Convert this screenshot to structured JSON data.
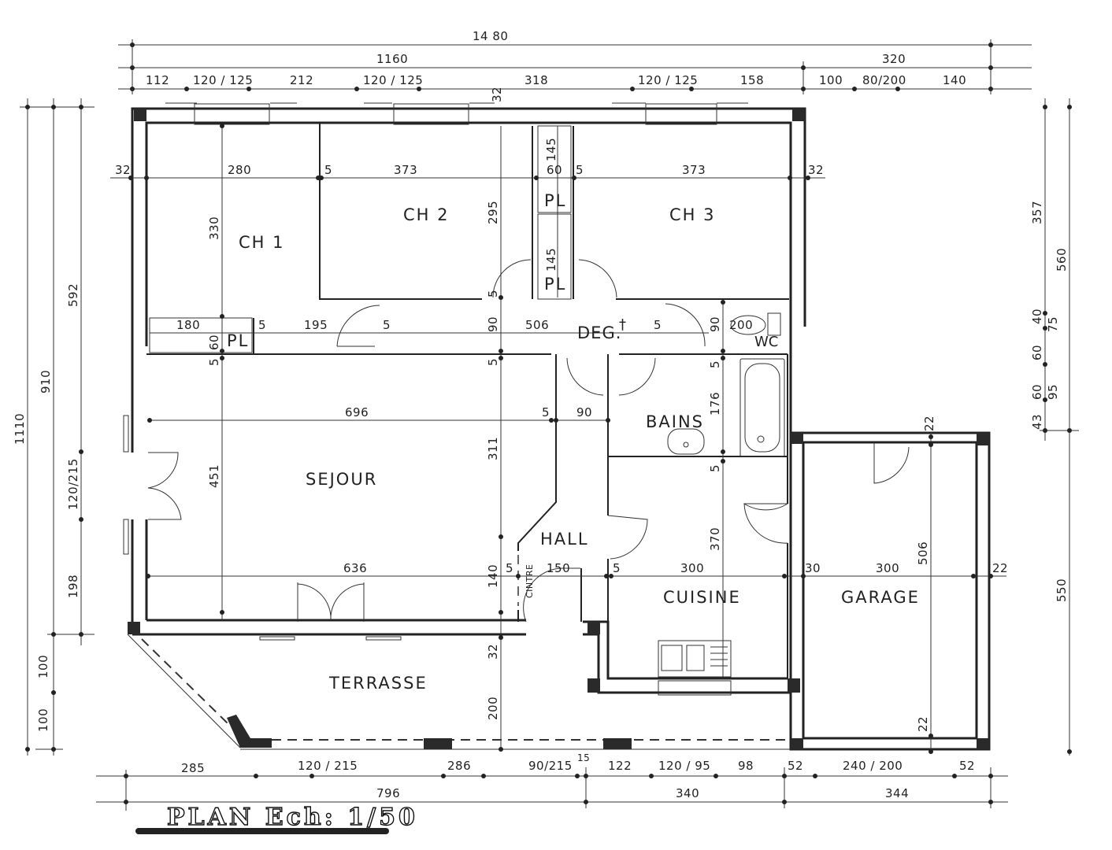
{
  "title": "PLAN Ech: 1/50",
  "rooms": {
    "ch1": "CH 1",
    "ch2": "CH 2",
    "ch3": "CH 3",
    "pl1": "PL",
    "pl2": "PL",
    "pl3": "PL",
    "deg": "DEG.",
    "wc": "WC",
    "bains": "BAINS",
    "sejour": "SEJOUR",
    "hall": "HALL",
    "cintre": "CINTRE",
    "cuisine": "CUISINE",
    "garage": "GARAGE",
    "terrasse": "TERRASSE"
  },
  "top_dims": {
    "total": "14 80",
    "main": "1160",
    "garage": "320",
    "segments": [
      "112",
      "120 / 125",
      "212",
      "120 / 125",
      "318",
      "120 / 125",
      "158",
      "100",
      "80/200",
      "140"
    ],
    "wall_32": "32"
  },
  "bottom_dims": {
    "segments": [
      "285",
      "120 / 215",
      "286",
      "90/215",
      "15",
      "122",
      "120 / 95",
      "98",
      "52",
      "240 / 200",
      "52"
    ],
    "totals": [
      "796",
      "340",
      "344"
    ]
  },
  "left_dims": {
    "outer": "1110",
    "middle": "910",
    "inner": [
      "592",
      "120/215",
      "198"
    ],
    "terrace": [
      "100",
      "100"
    ]
  },
  "right_dims": {
    "inner": [
      "357",
      "40",
      "75",
      "60",
      "60",
      "95",
      "43"
    ],
    "outer": [
      "560",
      "550"
    ]
  },
  "interior_dims": {
    "wall_left": "32",
    "ch1_width": "280",
    "ch2_width": "373",
    "ch3_width": "373",
    "wall_right": "32",
    "pl_width": "60",
    "partition_5": "5",
    "ch1_height": "330",
    "ch2_height": "295",
    "pl_height_1": "145",
    "pl_height_2": "145",
    "pl_small_w": "180",
    "pl_small_h": "60",
    "corr_195": "195",
    "corr_506": "506",
    "corr_90a": "90",
    "corr_90b": "90",
    "wc_200": "200",
    "sejour_width": "696",
    "sejour_width_2": "636",
    "sejour_height": "451",
    "sejour_311": "311",
    "sejour_140": "140",
    "hall_90": "90",
    "hall_150": "150",
    "bains_176": "176",
    "cuisine_300": "300",
    "cuisine_370": "370",
    "garage_30": "30",
    "garage_300": "300",
    "garage_506": "506",
    "garage_22a": "22",
    "garage_22b": "22",
    "garage_22c": "22",
    "terrasse_32": "32",
    "terrasse_200": "200"
  }
}
